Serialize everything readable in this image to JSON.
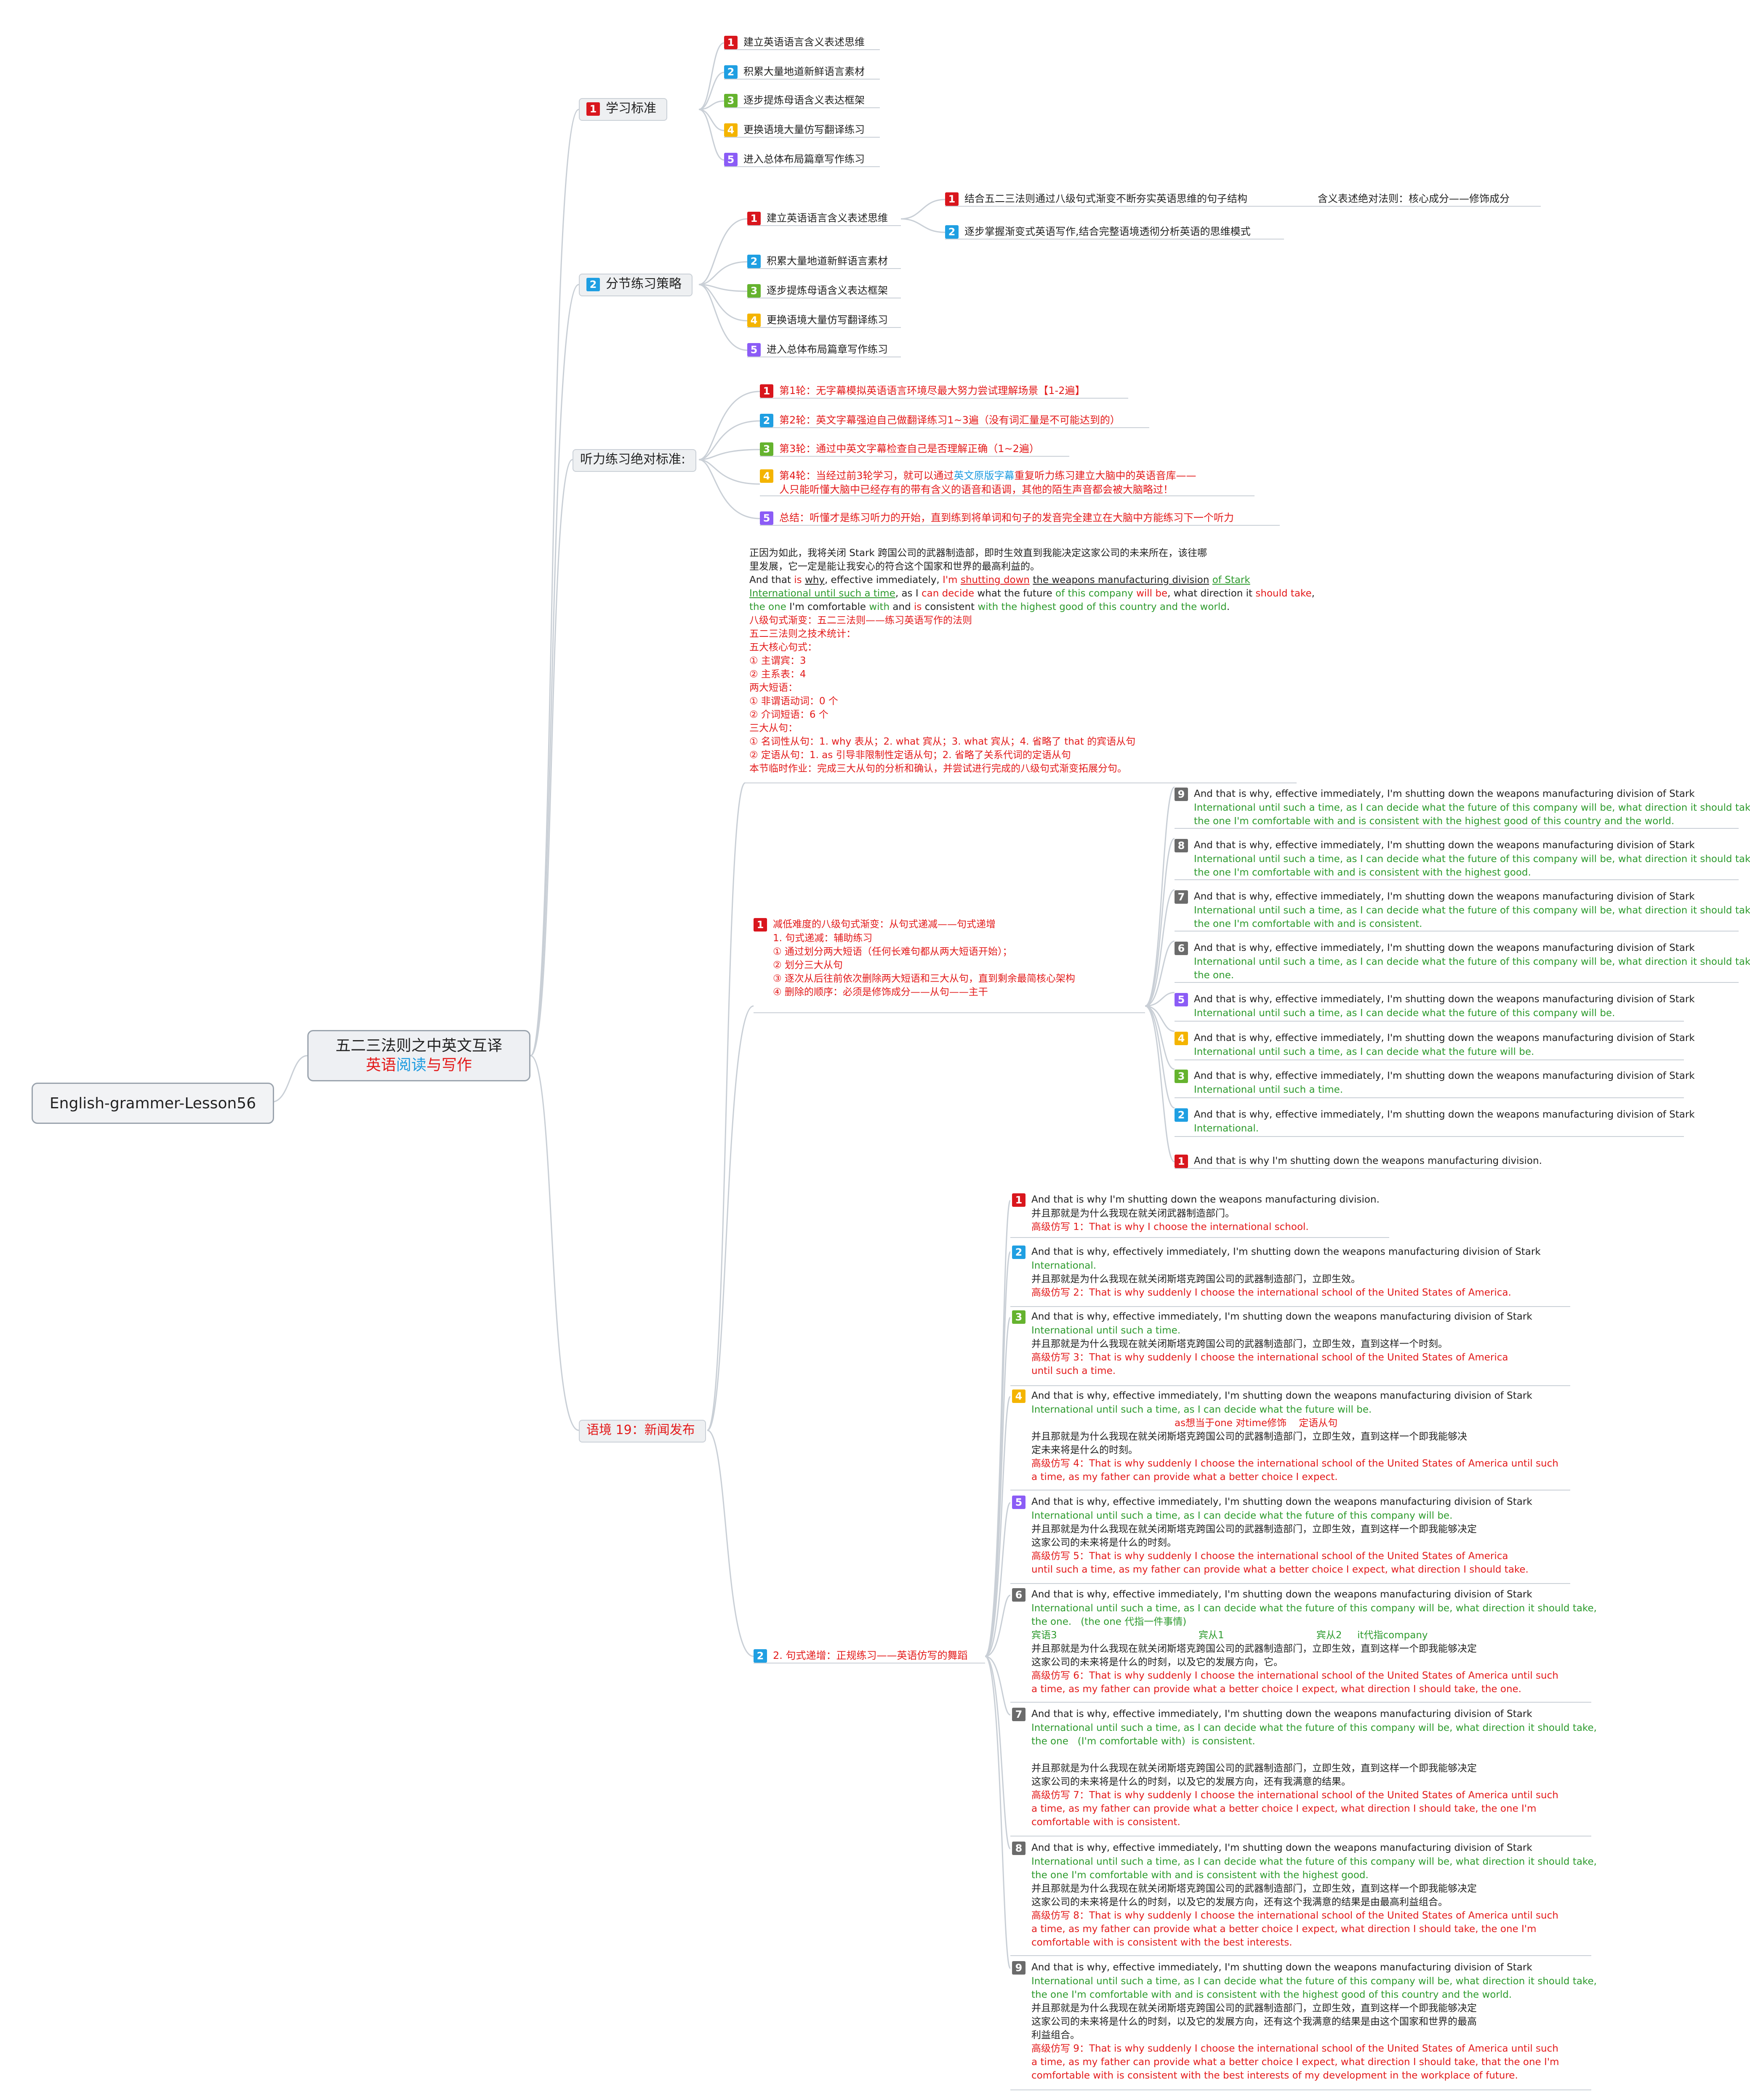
{
  "root": {
    "label": "English-grammer-Lesson56"
  },
  "center": {
    "title": "五二三法则之中英文互译",
    "sub_1": "英语",
    "sub_2": "阅读",
    "sub_3": "与写作"
  },
  "branches": {
    "study": {
      "num": "1",
      "label": "学习标准",
      "items": [
        "建立英语语言含义表述思维",
        "积累大量地道新鲜语言素材",
        "逐步提炼母语含义表达框架",
        "更换语境大量仿写翻译练习",
        "进入总体布局篇章写作练习"
      ]
    },
    "practice": {
      "num": "2",
      "label": "分节练习策略",
      "items": [
        "建立英语语言含义表述思维",
        "积累大量地道新鲜语言素材",
        "逐步提炼母语含义表达框架",
        "更换语境大量仿写翻译练习",
        "进入总体布局篇章写作练习"
      ],
      "sub": [
        "结合五二三法则通过八级句式渐变不断夯实英语思维的句子结构",
        "逐步掌握渐变式英语写作,结合完整语境透彻分析英语的思维模式"
      ],
      "sub_note": "含义表述绝对法则：核心成分——修饰成分"
    },
    "listening": {
      "label": "听力练习绝对标准:",
      "items": [
        "第1轮：无字幕模拟英语语言环境尽最大努力尝试理解场景【1-2遍】",
        "第2轮：英文字幕强迫自己做翻译练习1~3遍（没有词汇量是不可能达到的）",
        "第3轮：通过中英文字幕检查自己是否理解正确（1~2遍）",
        "第4轮：当经过前3轮学习，就可以通过",
        "英文原版字幕",
        "重复听力练习建立大脑中的英语音库——",
        "人只能听懂大脑中已经存有的带有含义的语音和语调，其他的陌生声音都会被大脑略过！",
        "总结：听懂才是练习听力的开始，直到练到将单词和句子的发音完全建立在大脑中方能练习下一个听力"
      ]
    },
    "news": {
      "label": "语境 19：新闻发布"
    }
  },
  "intro": {
    "lines": [
      "正因为如此，我将关闭 Stark 跨国公司的武器制造部，即时生效直到我能决定这家公司的未来所在，该往哪",
      "里发展，它一定是能让我安心的符合这个国家和世界的最高利益的。",
      "八级句式渐变：五二三法则——练习英语写作的法则",
      "五二三法则之技术统计：",
      "五大核心句式：",
      "① 主谓宾：3",
      "② 主系表：4",
      "两大短语：",
      "① 非谓语动词：0 个",
      "② 介词短语：6 个",
      "三大从句：",
      "① 名词性从句：1. why 表从；2. what 宾从；3. what 宾从；4. 省略了 that 的宾语从句",
      "② 定语从句：1. as 引导非限制性定语从句；2. 省略了关系代词的定语从句",
      "本节临时作业：完成三大从句的分析和确认，并尝试进行完成的八级句式渐变拓展分句。"
    ]
  },
  "reduce": {
    "num": "1",
    "lines": [
      "减低难度的八级句式渐变：从句式递减——句式递增",
      "1. 句式递减：辅助练习",
      "① 通过划分两大短语（任何长难句都从两大短语开始）；",
      "② 划分三大从句",
      "③ 逐次从后往前依次删除两大短语和三大从句，直到剩余最简核心架构",
      "④ 删除的顺序：必须是修饰成分——从句——主干"
    ],
    "items": [
      {
        "n": "9",
        "l1": "And that is why, effective immediately, I'm shutting down the weapons manufacturing division of Stark",
        "l2": "International until such a time, as I can decide what the future of this company will be, what direction it should take,",
        "l3": "the one I'm comfortable with and is consistent with the highest good of this country and the world."
      },
      {
        "n": "8",
        "l1": "And that is why, effective immediately, I'm shutting down the weapons manufacturing division of Stark",
        "l2": "International until such a time, as I can decide what the future of this company will be, what direction it should take,",
        "l3": "the one I'm comfortable with and is consistent with the highest good."
      },
      {
        "n": "7",
        "l1": "And that is why, effective immediately, I'm shutting down the weapons manufacturing division of Stark",
        "l2": "International until such a time, as I can decide what the future of this company will be, what direction it should take,",
        "l3": "the one I'm comfortable with and is consistent."
      },
      {
        "n": "6",
        "l1": "And that is why, effective immediately, I'm shutting down the weapons manufacturing division of Stark",
        "l2": "International until such a time, as I can decide what the future of this company will be, what direction it should take,",
        "l3": "the one."
      },
      {
        "n": "5",
        "l1": "And that is why, effective immediately, I'm shutting down the weapons manufacturing division of Stark",
        "l2": "International until such a time, as I can decide what the future of this company will be."
      },
      {
        "n": "4",
        "l1": "And that is why, effective immediately, I'm shutting down the weapons manufacturing division of Stark",
        "l2": "International until such a time, as I can decide what the future will be."
      },
      {
        "n": "3",
        "l1": "And that is why, effective immediately, I'm shutting down the weapons manufacturing division of Stark",
        "l2": "International until such a time."
      },
      {
        "n": "2",
        "l1": "And that is why, effective immediately, I'm shutting down the weapons manufacturing division of Stark",
        "l2": "International."
      },
      {
        "n": "1",
        "l1": "And that is why I'm shutting down the weapons manufacturing division."
      }
    ]
  },
  "increase": {
    "num": "2",
    "label": "2. 句式递增：正规练习——英语仿写的舞蹈",
    "items": [
      {
        "n": "1",
        "lines": [
          "And that is why I'm shutting down the weapons manufacturing division.",
          "并且那就是为什么我现在就关闭武器制造部门。",
          "高级仿写 1：That is why I choose the international school."
        ]
      },
      {
        "n": "2",
        "lines": [
          "And that is why, effectively immediately, I'm shutting down the weapons manufacturing division of Stark",
          "International.",
          "并且那就是为什么我现在就关闭斯塔克跨国公司的武器制造部门，立即生效。",
          "高级仿写 2：That is why suddenly I choose the international school of the United States of America."
        ]
      },
      {
        "n": "3",
        "lines": [
          "And that is why, effective immediately, I'm shutting down the weapons manufacturing division of Stark",
          "International until such a time.",
          "并且那就是为什么我现在就关闭斯塔克跨国公司的武器制造部门，立即生效，直到这样一个时刻。",
          "高级仿写 3：That is why suddenly I choose the international school of the United States of America",
          "until such a time."
        ]
      },
      {
        "n": "4",
        "lines": [
          "And that is why, effective immediately, I'm shutting down the weapons manufacturing division of Stark",
          "International until such a time, as I can decide what the future will be.",
          "as想当于one 对time修饰    定语从句",
          "并且那就是为什么我现在就关闭斯塔克跨国公司的武器制造部门，立即生效，直到这样一个即我能够决",
          "定未来将是什么的时刻。",
          "高级仿写 4：That is why suddenly I choose the international school of the United States of America until such",
          "a time, as my father can provide what a better choice I expect."
        ]
      },
      {
        "n": "5",
        "lines": [
          "And that is why, effective immediately, I'm shutting down the weapons manufacturing division of Stark",
          "International until such a time, as I can decide what the future of this company will be.",
          "并且那就是为什么我现在就关闭斯塔克跨国公司的武器制造部门，立即生效，直到这样一个即我能够决定",
          "这家公司的未来将是什么的时刻。",
          "高级仿写 5：That is why suddenly I choose the international school of the United States of America",
          "until such a time, as my father can provide what a better choice I expect, what direction I should take."
        ]
      },
      {
        "n": "6",
        "lines": [
          "And that is why, effective immediately, I'm shutting down the weapons manufacturing division of Stark",
          "International until such a time, as I can decide what the future of this company will be, what direction it should take,",
          "the one.   (the one 代指一件事情)",
          "宾语3                                              宾从1                              宾从2     it代指company",
          "并且那就是为什么我现在就关闭斯塔克跨国公司的武器制造部门，立即生效，直到这样一个即我能够决定",
          "这家公司的未来将是什么的时刻，以及它的发展方向，它。",
          "高级仿写 6：That is why suddenly I choose the international school of the United States of America until such",
          "a time, as my father can provide what a better choice I expect, what direction I should take, the one."
        ]
      },
      {
        "n": "7",
        "lines": [
          "And that is why, effective immediately, I'm shutting down the weapons manufacturing division of Stark",
          "International until such a time, as I can decide what the future of this company will be, what direction it should take,",
          "the one   (I'm comfortable with)  is consistent.",
          "",
          "并且那就是为什么我现在就关闭斯塔克跨国公司的武器制造部门，立即生效，直到这样一个即我能够决定",
          "这家公司的未来将是什么的时刻，以及它的发展方向，还有我满意的结果。",
          "高级仿写 7：That is why suddenly I choose the international school of the United States of America until such",
          "a time, as my father can provide what a better choice I expect, what direction I should take, the one I'm",
          "comfortable with is consistent."
        ]
      },
      {
        "n": "8",
        "lines": [
          "And that is why, effective immediately, I'm shutting down the weapons manufacturing division of Stark",
          "International until such a time, as I can decide what the future of this company will be, what direction it should take,",
          "the one I'm comfortable with and is consistent with the highest good.",
          "并且那就是为什么我现在就关闭斯塔克跨国公司的武器制造部门，立即生效，直到这样一个即我能够决定",
          "这家公司的未来将是什么的时刻，以及它的发展方向，还有这个我满意的结果是由最高利益组合。",
          "高级仿写 8：That is why suddenly I choose the international school of the United States of America until such",
          "a time, as my father can provide what a better choice I expect, what direction I should take, the one I'm",
          "comfortable with is consistent with the best interests."
        ]
      },
      {
        "n": "9",
        "lines": [
          "And that is why, effective immediately, I'm shutting down the weapons manufacturing division of Stark",
          "International until such a time, as I can decide what the future of this company will be, what direction it should take,",
          "the one I'm comfortable with and is consistent with the highest good of this country and the world.",
          "并且那就是为什么我现在就关闭斯塔克跨国公司的武器制造部门，立即生效，直到这样一个即我能够决定",
          "这家公司的未来将是什么的时刻，以及它的发展方向，还有这个我满意的结果是由这个国家和世界的最高",
          "利益组合。",
          "高级仿写 9：That is why suddenly I choose the international school of the United States of America until such",
          "a time, as my father can provide what a better choice I expect, what direction I should take, that the one I'm",
          "comfortable with is consistent with the best interests of my development in the workplace of future."
        ]
      }
    ]
  },
  "colors": {
    "line": "#c9cfd6",
    "accent_red": "#e31a1a",
    "accent_green": "#2d9a2d",
    "accent_blue": "#1e9be0"
  }
}
